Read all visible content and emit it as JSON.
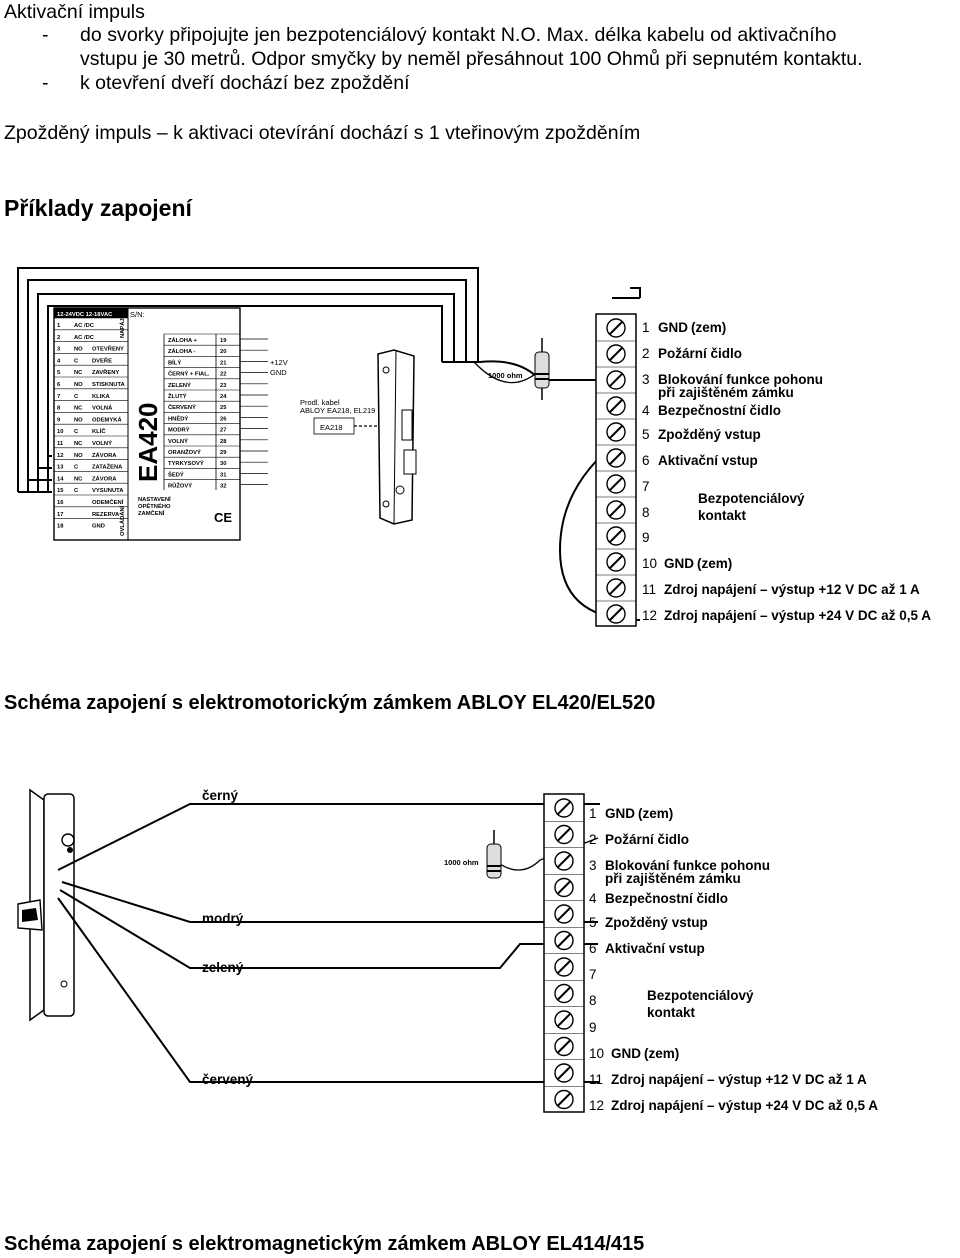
{
  "intro": {
    "heading": "Aktivační impuls",
    "bullet1_dash": "-",
    "bullet1_line1": "do svorky připojujte jen bezpotenciálový kontakt N.O. Max. délka kabelu od aktivačního",
    "bullet1_line2": "vstupu je 30 metrů. Odpor smyčky by neměl přesáhnout 100 Ohmů při sepnutém kontaktu.",
    "bullet2_dash": "-",
    "bullet2": "k otevření dveří dochází bez zpoždění",
    "delayed": "Zpožděný impuls – k aktivaci otevírání dochází s 1 vteřinovým zpožděním",
    "examples_heading": "Příklady zapojení"
  },
  "terminals": [
    {
      "num": "1",
      "label": "GND",
      "sub": "(zem)"
    },
    {
      "num": "2",
      "label": "Požární čidlo",
      "sub": ""
    },
    {
      "num": "3",
      "label": "Blokování funkce pohonu",
      "sub": "při zajištěném zámku"
    },
    {
      "num": "4",
      "label": "Bezpečnostní čidlo",
      "sub": ""
    },
    {
      "num": "5",
      "label": "Zpožděný vstup",
      "sub": ""
    },
    {
      "num": "6",
      "label": "Aktivační vstup",
      "sub": ""
    },
    {
      "num": "7",
      "label": "",
      "sub": ""
    },
    {
      "num": "8",
      "label": "",
      "sub": ""
    },
    {
      "num": "9",
      "label": "",
      "sub": ""
    },
    {
      "num": "10",
      "label": "GND",
      "sub": "(zem)"
    },
    {
      "num": "11",
      "label": "Zdroj napájení – výstup +12 V DC až 1 A",
      "sub": ""
    },
    {
      "num": "12",
      "label": "Zdroj napájení – výstup +24 V DC až 0,5 A",
      "sub": ""
    }
  ],
  "contact_label_1": "Bezpotenciálový",
  "contact_label_2": "kontakt",
  "resistor_label": "1000 ohm",
  "diagram1": {
    "module_name": "EA420",
    "supply_header": "12-24VDC 12-18VAC",
    "serial": "S/N:",
    "side_label": "NAPÁJENÍ",
    "bottom_side_label": "OVLÁDÁNÍ",
    "reset_label_1": "NASTAVENÍ",
    "reset_label_2": "OPĚTNÉHO",
    "reset_label_3": "ZAMČENÍ",
    "ce_mark": "CE",
    "left_rows": [
      [
        "1",
        "AC /DC",
        ""
      ],
      [
        "2",
        "AC /DC",
        ""
      ],
      [
        "3",
        "NO",
        "OTEVŘENY"
      ],
      [
        "4",
        "C",
        "DVEŘE"
      ],
      [
        "5",
        "NC",
        "ZAVŘENY"
      ],
      [
        "6",
        "NO",
        "STISKNUTA"
      ],
      [
        "7",
        "C",
        "KLIKA"
      ],
      [
        "8",
        "NC",
        "VOLNÁ"
      ],
      [
        "9",
        "NO",
        "ODEMYKÁ"
      ],
      [
        "10",
        "C",
        "KLÍČ"
      ],
      [
        "11",
        "NC",
        "VOLNÝ"
      ],
      [
        "12",
        "NO",
        "ZÁVORA"
      ],
      [
        "13",
        "C",
        "ZATAŽENA"
      ],
      [
        "14",
        "NC",
        "ZÁVORA"
      ],
      [
        "15",
        "C",
        "VYSUNUTA"
      ],
      [
        "16",
        "",
        "ODEMČENÍ"
      ],
      [
        "17",
        "",
        "REZERVA"
      ],
      [
        "18",
        "",
        "GND"
      ]
    ],
    "right_rows": [
      [
        "ZÁLOHA +",
        "19"
      ],
      [
        "ZÁLOHA -",
        "20"
      ],
      [
        "BÍLÝ",
        "21"
      ],
      [
        "ČERNÝ + FIAL.",
        "22"
      ],
      [
        "ZELENÝ",
        "23"
      ],
      [
        "ŽLUTÝ",
        "24"
      ],
      [
        "ČERVENÝ",
        "25"
      ],
      [
        "HNĚDÝ",
        "26"
      ],
      [
        "MODRÝ",
        "27"
      ],
      [
        "VOLNÝ",
        "28"
      ],
      [
        "ORANŽOVÝ",
        "29"
      ],
      [
        "TYRKYSOVÝ",
        "30"
      ],
      [
        "ŠEDÝ",
        "31"
      ],
      [
        "RŮŽOVÝ",
        "32"
      ]
    ],
    "plus12": "+12V",
    "gnd": "GND",
    "cable_label_1": "Prodl. kabel",
    "cable_label_2": "ABLOY EA218, EL219",
    "cable_box": "EA218"
  },
  "caption1": "Schéma zapojení s elektromotorickým zámkem ABLOY EL420/EL520",
  "diagram2": {
    "wire_black": "černý",
    "wire_blue": "modrý",
    "wire_green": "zelený",
    "wire_red": "červený"
  },
  "caption2": "Schéma zapojení s elektromagnetickým zámkem ABLOY EL414/415"
}
